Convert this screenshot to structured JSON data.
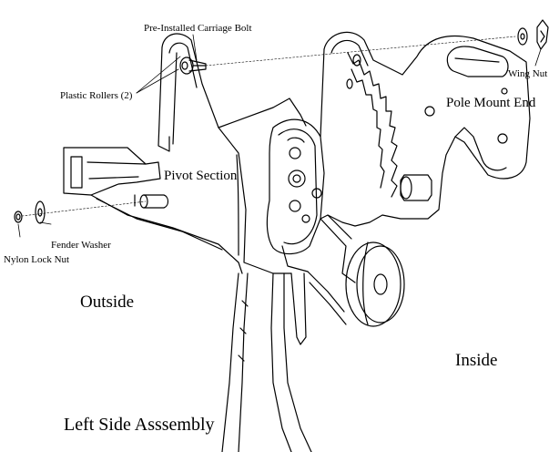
{
  "diagram": {
    "labels": {
      "carriage_bolt": "Pre-Installed Carriage Bolt",
      "plastic_rollers": "Plastic Rollers (2)",
      "wing_nut": "Wing Nut",
      "pole_mount_end": "Pole Mount End",
      "pivot_section": "Pivot Section",
      "fender_washer": "Fender Washer",
      "nylon_lock_nut": "Nylon Lock Nut",
      "outside": "Outside",
      "inside": "Inside",
      "assembly_title": "Left Side Asssembly"
    },
    "colors": {
      "line": "#000000",
      "background": "#ffffff"
    }
  }
}
